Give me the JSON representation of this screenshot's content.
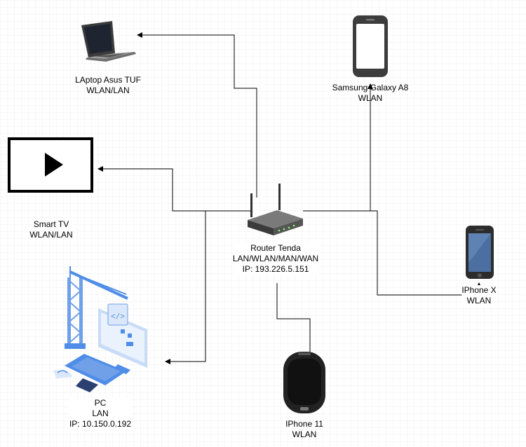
{
  "nodes": {
    "laptop": {
      "name": "LAptop Asus TUF",
      "conn": "WLAN/LAN"
    },
    "samsung": {
      "name": "Samsung Galaxy A8",
      "conn": "WLAN"
    },
    "tv": {
      "name": "Smart TV",
      "conn": "WLAN/LAN"
    },
    "router": {
      "name": "Router Tenda",
      "conn": "LAN/WLAN/MAN/WAN",
      "ip": "IP: 193.226.5.151"
    },
    "iphonex": {
      "name": "IPhone X",
      "conn": "WLAN"
    },
    "pc": {
      "name": "PC",
      "conn": "LAN",
      "ip": "IP: 10.150.0.192"
    },
    "iphone11": {
      "name": "IPhone 11",
      "conn": "WLAN"
    }
  },
  "colors": {
    "grid": "#e8e8e8",
    "line": "#000000",
    "pc_blue": "#4f8de8",
    "pc_light": "#c9dcf7"
  }
}
